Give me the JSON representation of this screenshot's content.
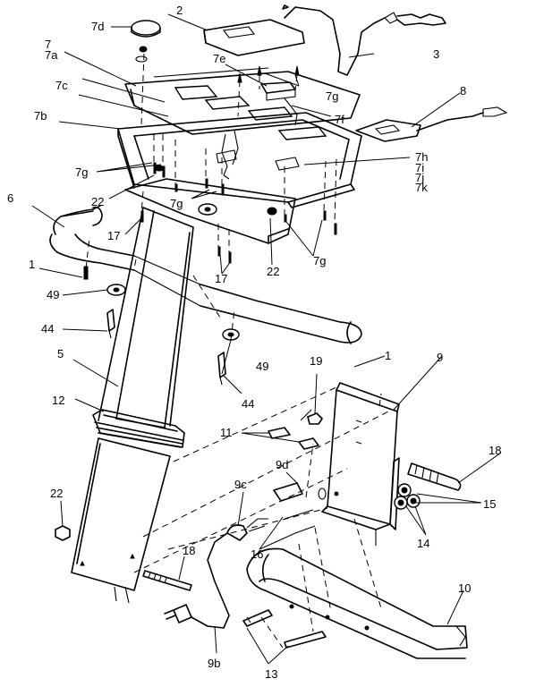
{
  "parts": {
    "p2": "2",
    "p3": "3",
    "p7": "7",
    "p7a": "7a",
    "p7d": "7d",
    "p7e": "7e",
    "p7g_top": "7g",
    "p7c": "7c",
    "p7f": "7f",
    "p8": "8",
    "p7b": "7b",
    "p7h": "7h",
    "p7i": "7i",
    "p7j": "7j",
    "p7k": "7k",
    "p7g_left": "7g",
    "p7g_mid": "7g",
    "p7g_right": "7g",
    "p6": "6",
    "p22_top": "22",
    "p22_mid": "22",
    "p22_bot": "22",
    "p17_left": "17",
    "p17_mid": "17",
    "p1_left": "1",
    "p1_right": "1",
    "p49_left": "49",
    "p49_right": "49",
    "p44_left": "44",
    "p44_right": "44",
    "p5": "5",
    "p12": "12",
    "p19": "19",
    "p9": "9",
    "p11": "11",
    "p18_right": "18",
    "p18_bot": "18",
    "p9d": "9d",
    "p9c": "9c",
    "p15": "15",
    "p14": "14",
    "p16": "16",
    "p10": "10",
    "p9b": "9b",
    "p13": "13"
  }
}
